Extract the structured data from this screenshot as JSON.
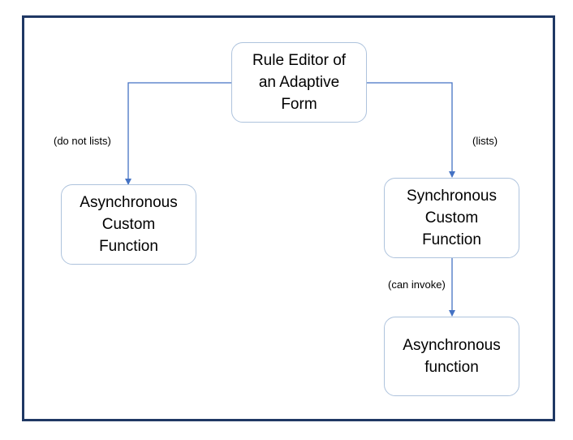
{
  "diagram": {
    "nodes": {
      "root": "Rule Editor of\nan Adaptive\nForm",
      "async_custom": "Asynchronous\nCustom\nFunction",
      "sync_custom": "Synchronous\nCustom\nFunction",
      "async_function": "Asynchronous\nfunction"
    },
    "edges": {
      "root_to_async_custom": "(do not lists)",
      "root_to_sync_custom": "(lists)",
      "sync_to_async_function": "(can invoke)"
    }
  },
  "colors": {
    "frame_border": "#1f3864",
    "node_border": "#aec3dd",
    "connector": "#4472c4"
  }
}
